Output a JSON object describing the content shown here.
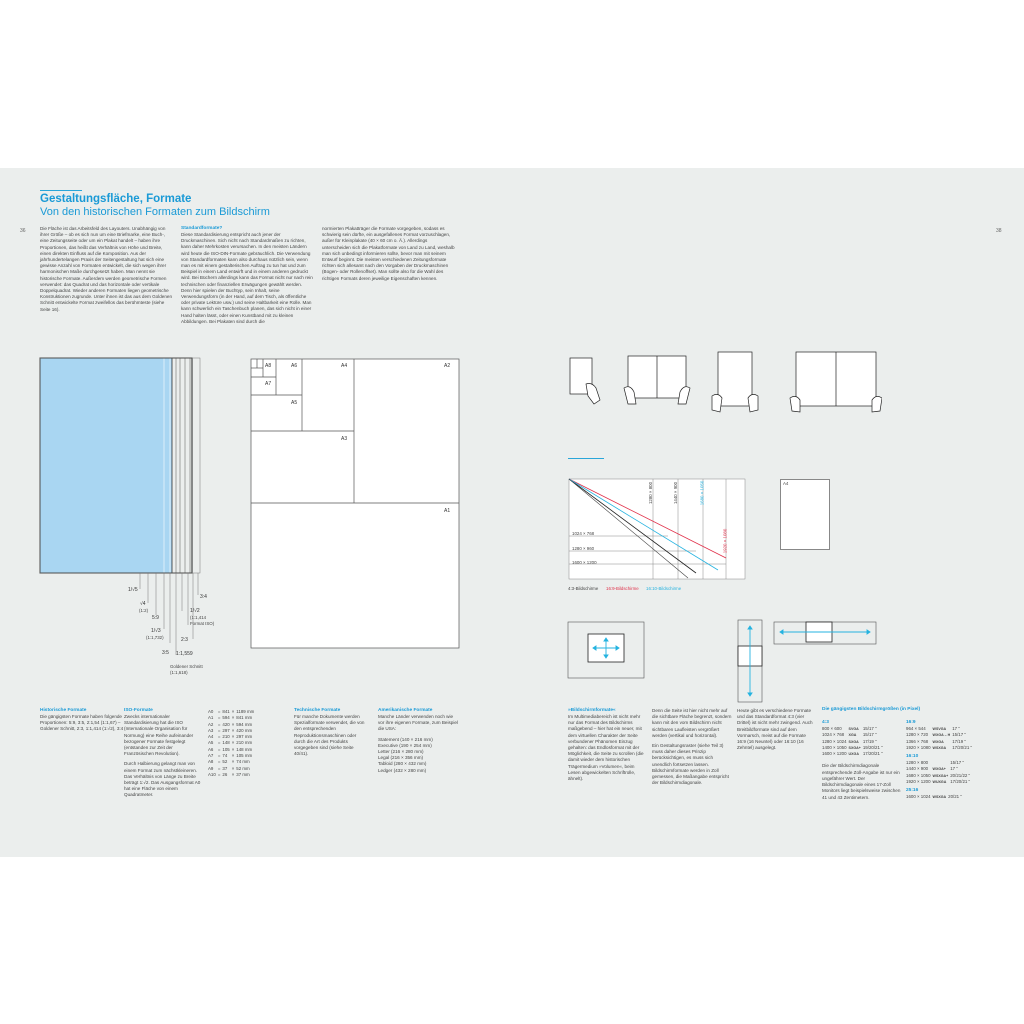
{
  "page_numbers": {
    "left": "36",
    "right": "38"
  },
  "header": {
    "title": "Gestaltungsfläche, Formate",
    "subtitle": "Von den historischen Formaten zum Bildschirm"
  },
  "intro": {
    "col1": "Die Fläche ist das Arbeitsfeld des Layouters. Unabhängig von ihrer Größe – ob es sich nun um eine Briefmarke, eine Buch-, eine Zeitungsseite oder um ein Plakat handelt – haben ihre Proportionen, das heißt das Verhältnis von Höhe und Breite, einen direkten Einfluss auf die Komposition. Aus der jahrhundertelangen Praxis der Seitengestaltung hat sich eine gewisse Anzahl von Formaten entwickelt, die sich wegen ihrer harmonischen Maße durchgesetzt haben. Man nennt sie historische Formate. Außerdem werden geometrische Formen verwendet: das Quadrat und das horizontale oder vertikale Doppelquadrat. Wieder anderen Formaten liegen geometrische Konstruktionen zugrunde. Unter ihnen ist das aus dem Goldenen Schnitt entwickelte Format zweifellos das berühmteste (siehe Seite 16).",
    "col2_head": "Standardformate?",
    "col2": "Diese Standardisierung entspricht auch jener der Druckmaschinen. Sich nicht nach Standardmaßen zu richten, kann daher Mehrkosten verursachen. In den meisten Ländern wird heute die ISO-DIN-Formate gebräuchlich. Die Verwendung von Standardformaten kann also durchaus nützlich sein, wenn man es mit einem gestalterischen Auftrag zu tun hat und zum Beispiel in einem Land entwirft und in einem anderen gedruckt wird. Bei Büchern allerdings kann das Format nicht nur nach rein technischen oder finanziellen Erwägungen gewählt werden. Denn hier spielen der Buchtyp, sein Inhalt, seine Verwendungsform (in der Hand, auf dem Tisch, als öffentliche oder private Lektüre usw.) und seine Haltbarkeit eine Rolle. Man kann schwerlich ein Taschenbuch planen, das sich nicht in einer Hand halten lässt, oder einen Kunstband mit zu kleinen Abbildungen. Bei Plakaten sind durch die",
    "col3": "normierten Plakatträger die Formate vorgegeben, sodass es schwierig sein dürfte, ein ausgefallenes Format vorzuschlagen, außer für Kleinplakate (40 × 60 cm o. Ä.). Allerdings unterscheiden sich die Plakatformate von Land zu Land, weshalb man sich unbedingt informieren sollte, bevor man mit seinem Entwurf beginnt. Die meisten verschiedenen Zeitungsformate richten sich allesamt nach den Vorgaben der Druckmaschinen (Bogen- oder Rollenoffset). Man sollte also für die Wahl des richtigen Formats deren jeweilige Eigenschaften kennen."
  },
  "historic_labels": {
    "r_sqrt5": "1/√5",
    "r_sqrt4": "√4",
    "r_sqrt4_sub": "(1:2)",
    "r_59": "5:9",
    "r_sqrt3": "1/√3",
    "r_sqrt3_sub": "(1:1,732)",
    "r_35": "3:5",
    "r_sqrt2": "1/√2",
    "r_sqrt2_sub": "(1:1,414",
    "r_sqrt2_sub2": "Format ISO)",
    "r_23": "2:3",
    "r_1559": "1:1,559",
    "golden": "Goldener Schnitt",
    "golden_sub": "(1:1,618)",
    "r_34": "3:4"
  },
  "iso_labels": {
    "a1": "A1",
    "a2": "A2",
    "a3": "A3",
    "a4": "A4",
    "a5": "A5",
    "a6": "A6",
    "a7": "A7",
    "a8": "A8"
  },
  "screen_chart": {
    "rows": [
      "1024 × 768",
      "1280 × 960",
      "1600 × 1200"
    ],
    "verticals": [
      "1280 × 800",
      "1440 × 900",
      "1680 × 1050",
      "1920 × 1080"
    ],
    "legend": [
      "4:3-Bildschirme",
      "16:9-Bildschirme",
      "16:10-Bildschirme"
    ],
    "a4": "A4"
  },
  "bottom_left": {
    "hist_head": "Historische Formate",
    "hist": "Die gängigsten Formate haben folgende Proportionen: 5:9, 3:5, 2:1,54 (1:1,67) – Goldener Schnitt, 2:3, 1:1,414 (1:√2), 3:4",
    "iso_head": "ISO-Formate",
    "iso1": "Zwecks internationaler Standardisierung hat die ISO (Internationale Organisation für Normung) eine Reihe aufeinander bezogener Formate festgelegt (entstanden zur Zeit der Französischen Revolution).",
    "iso2": "Durch Halbierung gelangt man von einem Format zum nächstkleineren. Das Verhältnis von Länge zu Breite beträgt 1:√2. Das Ausgangsformat A0 hat eine Fläche von einem Quadratmeter.",
    "iso_table": [
      [
        "A0",
        "=",
        "841",
        "×",
        "1189 mm"
      ],
      [
        "A1",
        "=",
        "594",
        "×",
        "841 mm"
      ],
      [
        "A2",
        "=",
        "420",
        "×",
        "594 mm"
      ],
      [
        "A3",
        "=",
        "297",
        "×",
        "420 mm"
      ],
      [
        "A4",
        "=",
        "210",
        "×",
        "297 mm"
      ],
      [
        "A5",
        "=",
        "148",
        "×",
        "210 mm"
      ],
      [
        "A6",
        "=",
        "105",
        "×",
        "148 mm"
      ],
      [
        "A7",
        "=",
        "74",
        "×",
        "105 mm"
      ],
      [
        "A8",
        "=",
        "52",
        "×",
        "74 mm"
      ],
      [
        "A9",
        "=",
        "37",
        "×",
        "52 mm"
      ],
      [
        "A10",
        "=",
        "26",
        "×",
        "37 mm"
      ]
    ],
    "tech_head": "Technische Formate",
    "tech": "Für manche Dokumente werden Spezialformate verwendet, die von den entsprechenden Reproduktionsmaschinen oder durch die Art des Produkts vorgegeben sind (siehe Seite 40/41).",
    "us_head": "Amerikanische Formate",
    "us": "Manche Länder verwenden noch wie vor ihre eigenen Formate, zum Beispiel die USA:",
    "us_list": [
      "Statement (140 × 216 mm)",
      "Executive (190 × 254 mm)",
      "Letter (216 × 280 mm)",
      "Legal (216 × 356 mm)",
      "Tabloid (280 × 432 mm)",
      "Ledger (432 × 280 mm)"
    ]
  },
  "bottom_right": {
    "screen_head": "»Bildschirmformate«",
    "screen": "Im Multimediabereich ist nicht mehr nur das Format des Bildschirms maßgebend – hier hat ein neuer, mit dem virtuellen Charakter der Seite verbundener Phänomen Einzug gehalten: das Endlosformat mit der Möglichkeit, die Seite zu scrollen (die damit wieder dem historischen Trägermedium »Volumen«, beim Lesen abgewickelten Schriftrolle, ähnelt).",
    "col2a": "Denn die Seite ist hier nicht mehr auf die sichtbare Fläche begrenzt, sondern kann mit den vom Bildschirm nicht sichtbaren Laufleisten vergrößert werden (vertikal und horizontal).",
    "col2b": "Ein Gestaltungsraster (siehe Teil 3) muss daher dieses Prinzip berücksichtigen, es muss sich unendlich fortsetzen lassen. Bildschirmformate werden in Zoll gemessen, die Maßangabe entspricht der Bildschirmdiagonale.",
    "col3": "Heute gibt es verschiedene Formate und das Standardformat 4:3 (vier Drittel) ist nicht mehr zwingend. Auch Breitbildformate sind auf dem Vormarsch, meist auf die Formate 16:9 (16 Neuntel) oder 16:10 (16 Zehntel) ausgelegt.",
    "sizes_head": "Die gängigsten Bildschirmgrößen (in Pixel)",
    "group43_head": "4:3",
    "group43": [
      [
        "800 × 600",
        "SVGA",
        "15/17 \""
      ],
      [
        "1024 × 768",
        "XGA",
        "15/17 \""
      ],
      [
        "1280 × 1024",
        "SXGA",
        "17/19 \""
      ],
      [
        "1400 × 1050",
        "SXGA+",
        "19/20/21 \""
      ],
      [
        "1600 × 1200",
        "UXGA",
        "17/20/21 \""
      ]
    ],
    "diag_note": "Die der Bildschirmdiagonale entsprechende Zoll-Angabe ist nur ein ungefährer Wert. Der Bildschirmdiagonale eines 17-Zoll Monitors liegt beispielsweise zwischen 41 und 43 Zentimetern.",
    "group169_head": "16:9",
    "group169": [
      [
        "964 × 544",
        "WSVGA",
        "17 \""
      ],
      [
        "1280 × 720",
        "WXGA – H",
        "15/17 \""
      ],
      [
        "1366 × 768",
        "WXGA",
        "17/19 \""
      ],
      [
        "1920 × 1080",
        "WSXGA",
        "17/20/21 \""
      ]
    ],
    "group1610_head": "16:10",
    "group1610": [
      [
        "1280 × 800",
        "",
        "15/17 \""
      ],
      [
        "1440 × 900",
        "WXGA+",
        "17 \""
      ],
      [
        "1680 × 1050",
        "WSXGA+",
        "20/21/22 \""
      ],
      [
        "1920 × 1200",
        "WUXGA",
        "17/20/21 \""
      ]
    ],
    "group2516_head": "25:16",
    "group2516": [
      [
        "1600 × 1024",
        "WSXGA",
        "20/21 \""
      ]
    ]
  },
  "colors": {
    "accent": "#1a9ad6",
    "light_blue": "#a9d6f2",
    "red": "#e0304a",
    "cyan": "#25b3e0",
    "spread_bg": "#ebeeed"
  }
}
